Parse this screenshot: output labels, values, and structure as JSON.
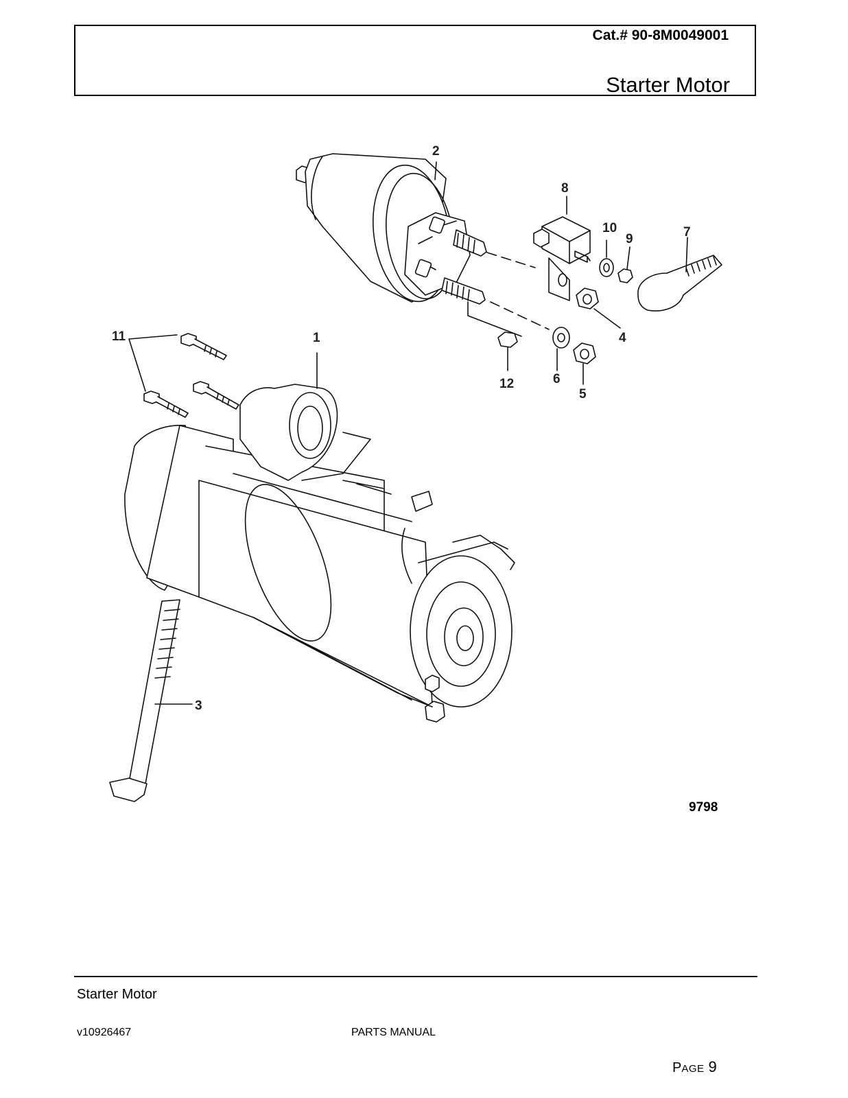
{
  "header": {
    "catalog": "Cat.# 90-8M0049001",
    "title": "Starter Motor"
  },
  "diagram": {
    "callouts": [
      "1",
      "2",
      "3",
      "4",
      "5",
      "6",
      "7",
      "8",
      "9",
      "10",
      "11",
      "12"
    ],
    "figure_number": "9798"
  },
  "footer": {
    "section_title": "Starter Motor",
    "version": "v10926467",
    "manual_name": "PARTS MANUAL",
    "page_prefix": "P",
    "page_word": "AGE",
    "page_number": "9"
  }
}
